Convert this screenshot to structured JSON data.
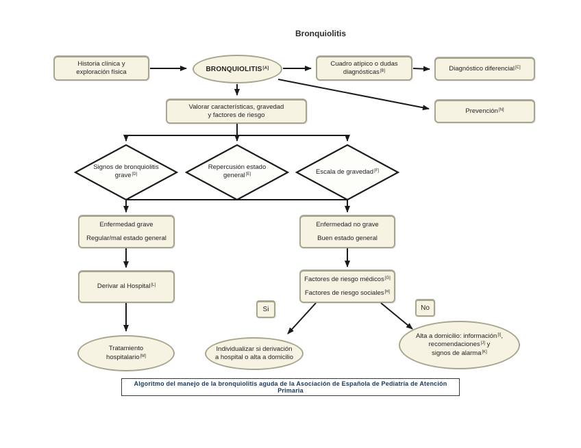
{
  "title": "Bronquiolitis",
  "caption": "Algoritmo del manejo de la bronquiolitis aguda de la Asociación de Española de Pediatría de Atención Primaria",
  "nodes": {
    "historia": {
      "line1": "Historia clínica y",
      "line2": "exploración física"
    },
    "bronquiolitis": {
      "text": "BRONQUIOLITIS",
      "sup": "[A]"
    },
    "cuadro_atipico": {
      "line1": "Cuadro atípico o dudas",
      "line2": "diagnósticas",
      "sup": "[B]"
    },
    "diagnostico_diferencial": {
      "text": "Diagnóstico diferencial",
      "sup": "[C]"
    },
    "prevencion": {
      "text": "Prevención",
      "sup": "[N]"
    },
    "valorar": {
      "line1": "Valorar características, gravedad",
      "line2": "y factores de riesgo"
    },
    "signos_graves": {
      "line1": "Signos de bronquiolitis",
      "line2": "grave",
      "sup": "[D]"
    },
    "repercusion": {
      "line1": "Repercusión estado",
      "line2": "general",
      "sup": "[E]"
    },
    "escala_gravedad": {
      "text": "Escala de gravedad",
      "sup": "[F]"
    },
    "enfermedad_grave": {
      "line1": "Enfermedad grave",
      "line2": "Regular/mal estado general"
    },
    "enfermedad_no_grave": {
      "line1": "Enfermedad no grave",
      "line2": "Buen estado general"
    },
    "derivar_hospital": {
      "text": "Derivar al Hospital",
      "sup": "[L]"
    },
    "factores_riesgo": {
      "line1": "Factores de riesgo médicos",
      "sup1": "[G]",
      "line2": "Factores de riesgo sociales",
      "sup2": "[H]"
    },
    "si": {
      "text": "Si"
    },
    "no": {
      "text": "No"
    },
    "tratamiento": {
      "line1": "Tratamiento",
      "line2": "hospitalario",
      "sup": "[M]"
    },
    "individualizar": {
      "line1": "Individualizar si derivación",
      "line2": "a hospital o alta a domicilio"
    },
    "alta_domicilio": {
      "line1": "Alta a domicilio: información",
      "sup1": "[I]",
      "tail1": ",",
      "line2": "recomendaciones",
      "sup2": "[J]",
      "tail2": " y",
      "line3": "signos de alarma",
      "sup3": "[K]"
    }
  },
  "colors": {
    "node_fill": "#f7f3e3",
    "node_border": "#a8a58d",
    "diamond_stroke": "#1c1c1c",
    "arrow": "#1a1a1a",
    "caption_text": "#17375e"
  }
}
